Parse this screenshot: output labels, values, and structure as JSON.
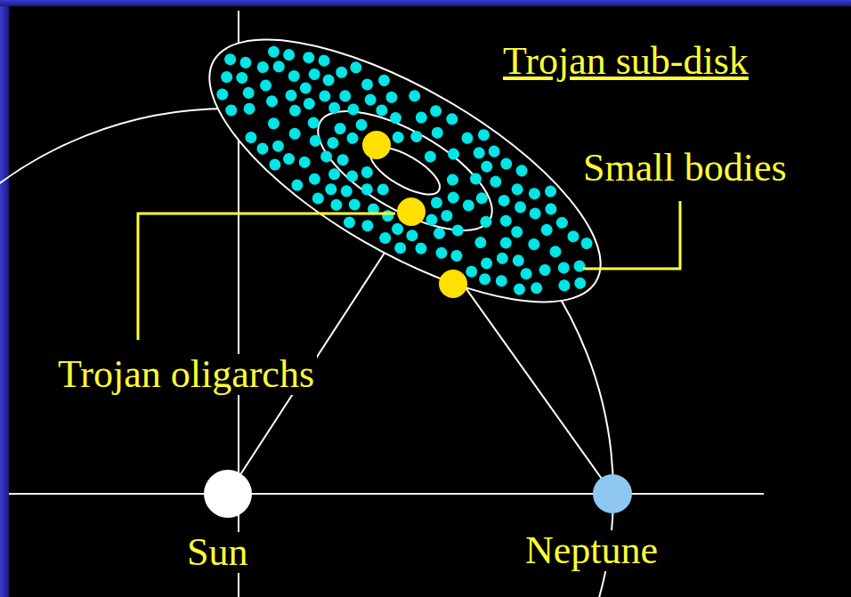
{
  "diagram": {
    "labels": [
      "Trojan sub-disk",
      "Small bodies",
      "Trojan oligarchs",
      "Sun",
      "Neptune"
    ]
  }
}
